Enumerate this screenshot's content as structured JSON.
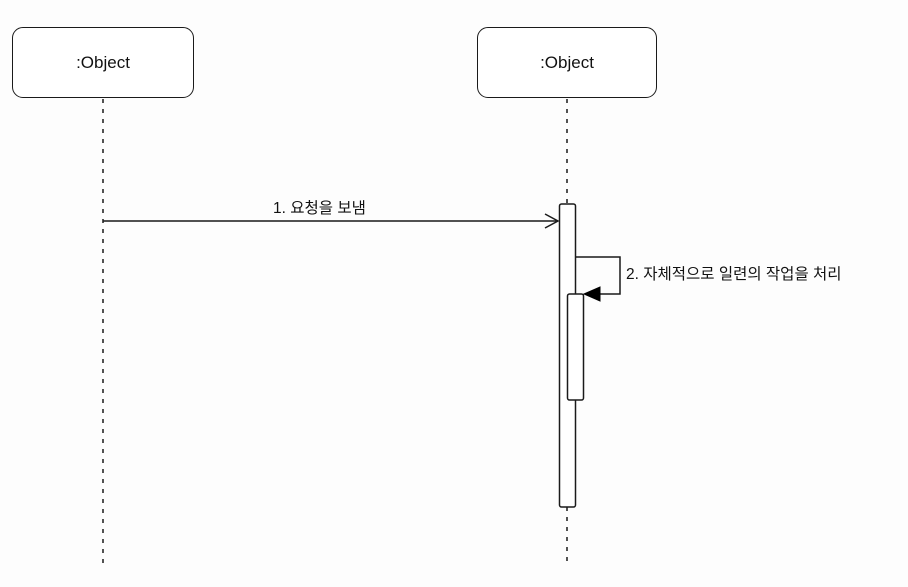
{
  "lifelines": [
    {
      "label": ":Object"
    },
    {
      "label": ":Object"
    }
  ],
  "messages": [
    {
      "label": "1. 요청을 보냄",
      "kind": "synchronous-call"
    },
    {
      "label": "2. 자체적으로 일련의 작업을 처리",
      "kind": "self-call"
    }
  ],
  "colors": {
    "stroke": "#1a1a1a",
    "background": "#ffffff"
  }
}
